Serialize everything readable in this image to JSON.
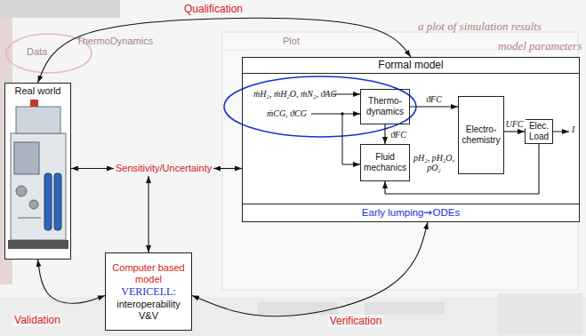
{
  "diagram": {
    "nodes": [
      {
        "text": [
          "Real world"
        ]
      },
      {
        "text": [
          "Sensitivity/Uncertainty"
        ]
      },
      {
        "text": [
          "Formal model",
          "Early lumping⇝ODEs"
        ]
      },
      {
        "text": [
          "Thermo- dynamics"
        ],
        "in": 2
      },
      {
        "text": [
          "Fluid mechanics"
        ],
        "in": 2
      },
      {
        "text": [
          "Electro- chemistry"
        ],
        "in": 2
      },
      {
        "text": [
          "Elec. Load"
        ],
        "in": 2
      },
      {
        "text": [
          "Computer based model",
          "VERICELL:",
          "interoperability V&V"
        ]
      }
    ],
    "edges": [
      {
        "from": 0,
        "to": 2,
        "label": "Qualification",
        "arrow": "both"
      },
      {
        "from": 0,
        "to": 1,
        "arrow": "both"
      },
      {
        "from": 1,
        "to": 2,
        "arrow": "both"
      },
      {
        "from": 1,
        "to": 7,
        "arrow": "both"
      },
      {
        "from": 0,
        "to": 7,
        "label": "Validation",
        "arrow": "both"
      },
      {
        "from": 7,
        "to": 2,
        "label": "Verification",
        "arrow": "both"
      },
      {
        "from": 3,
        "to": 5,
        "label": "ϑFC",
        "arrow": "to"
      },
      {
        "from": 3,
        "to": 4,
        "label": "ϑFC",
        "arrow": "to"
      },
      {
        "from": 4,
        "to": 5,
        "label": "pH₂, pH₂O, pO₂",
        "arrow": "to"
      },
      {
        "from": 5,
        "to": 6,
        "label": "UFC",
        "arrow": "to"
      },
      {
        "from": 6,
        "to": 4,
        "arrow": "to"
      }
    ],
    "labels": [
      "ṁH₂, ṁH₂O, ṁN₂, ϑAG",
      "ṁCG, ϑCG",
      "I",
      "Plot",
      "Data",
      "ThermoDynamics",
      "a plot of simulation results",
      "model parameters"
    ]
  }
}
